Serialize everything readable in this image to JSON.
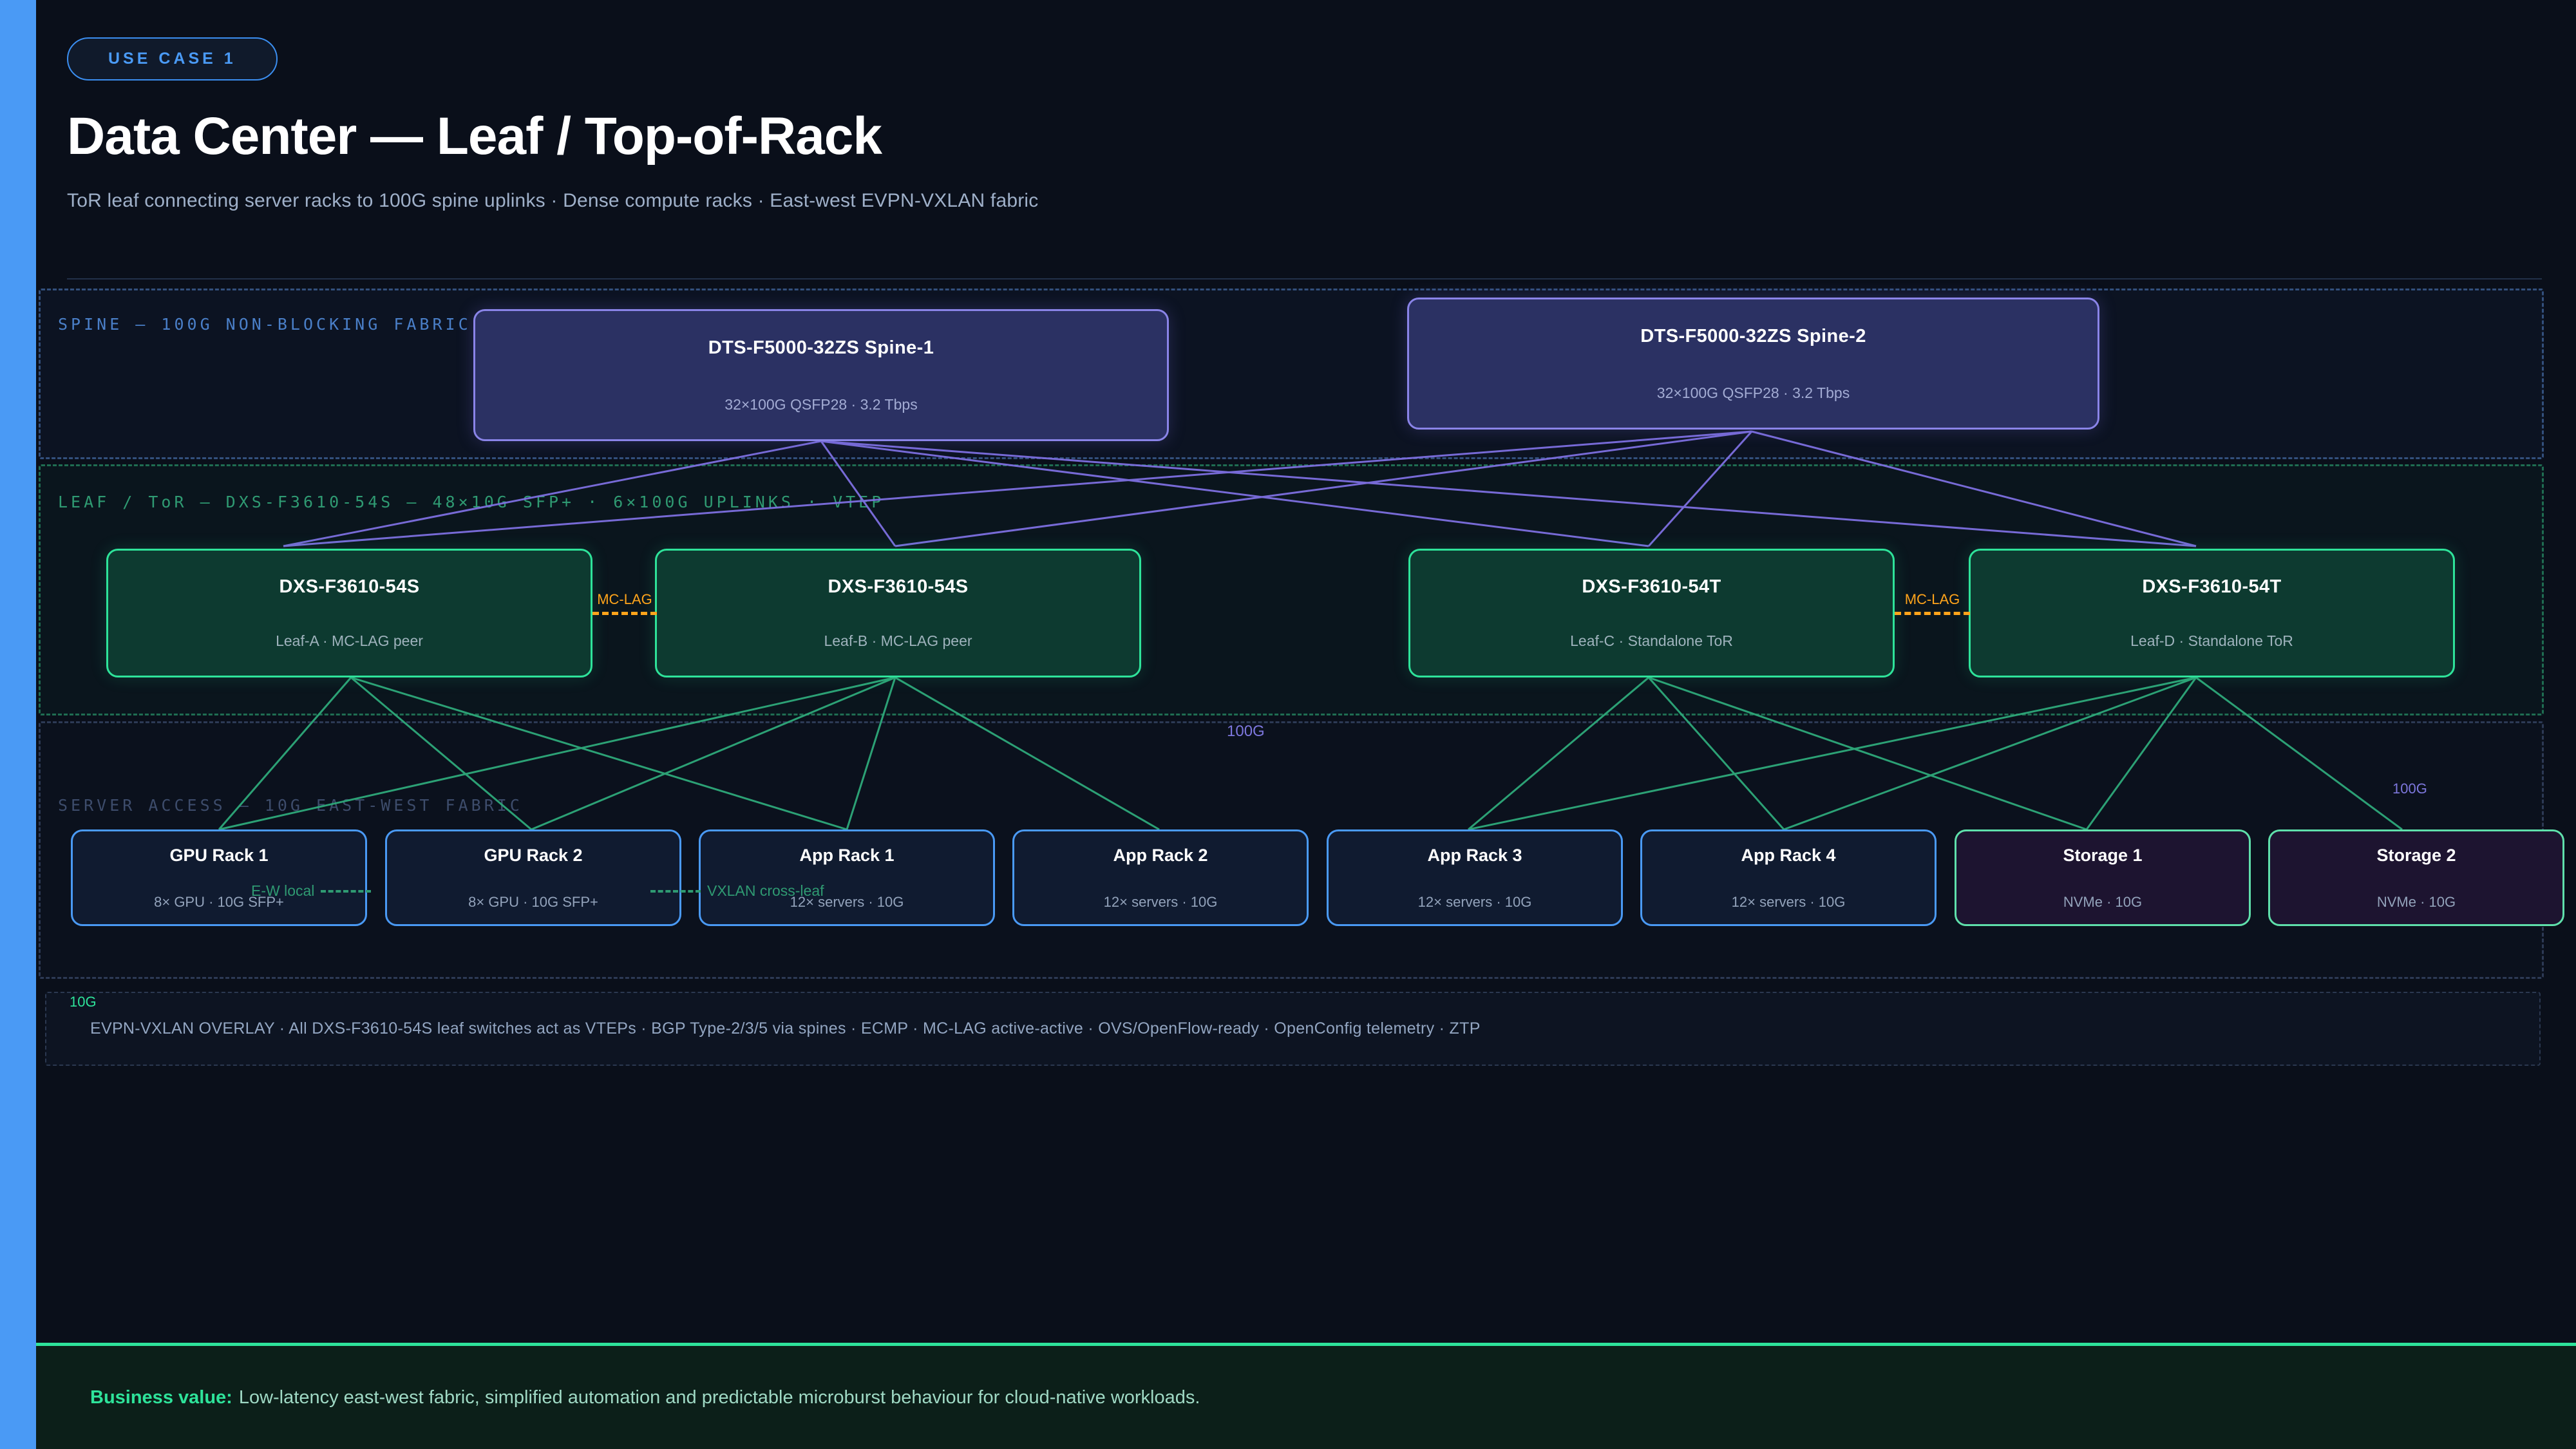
{
  "header": {
    "badge": "USE CASE 1",
    "title": "Data Center — Leaf / Top-of-Rack",
    "subtitle": "ToR leaf connecting server racks to 100G spine uplinks · Dense compute racks · East-west EVPN-VXLAN fabric"
  },
  "layers": {
    "spine_label": "SPINE — 100G NON-BLOCKING FABRIC",
    "leaf_label": "LEAF / ToR — DXS-F3610-54S — 48×10G SFP+ · 6×100G UPLINKS · VTEP",
    "access_label": "SERVER ACCESS — 10G EAST-WEST FABRIC"
  },
  "spine_nodes": [
    {
      "title": "DTS-F5000-32ZS  Spine-1",
      "sub": "32×100G QSFP28 · 3.2 Tbps"
    },
    {
      "title": "DTS-F5000-32ZS  Spine-2",
      "sub": "32×100G QSFP28 · 3.2 Tbps"
    }
  ],
  "leaf_nodes": [
    {
      "title": "DXS-F3610-54S",
      "sub": "Leaf-A · MC-LAG peer"
    },
    {
      "title": "DXS-F3610-54S",
      "sub": "Leaf-B · MC-LAG peer"
    },
    {
      "title": "DXS-F3610-54T",
      "sub": "Leaf-C · Standalone ToR"
    },
    {
      "title": "DXS-F3610-54T",
      "sub": "Leaf-D · Standalone ToR"
    }
  ],
  "access_nodes": [
    {
      "title": "GPU Rack 1",
      "sub": "8× GPU · 10G SFP+",
      "kind": "rack"
    },
    {
      "title": "GPU Rack 2",
      "sub": "8× GPU · 10G SFP+",
      "kind": "rack"
    },
    {
      "title": "App Rack 1",
      "sub": "12× servers · 10G",
      "kind": "rack"
    },
    {
      "title": "App Rack 2",
      "sub": "12× servers · 10G",
      "kind": "rack"
    },
    {
      "title": "App Rack 3",
      "sub": "12× servers · 10G",
      "kind": "rack"
    },
    {
      "title": "App Rack 4",
      "sub": "12× servers · 10G",
      "kind": "rack"
    },
    {
      "title": "Storage 1",
      "sub": "NVMe · 10G",
      "kind": "storage"
    },
    {
      "title": "Storage 2",
      "sub": "NVMe · 10G",
      "kind": "storage"
    }
  ],
  "edge_labels": {
    "spine_uplink_mid": "100G",
    "spine_uplink_right": "100G",
    "access_downlink": "10G",
    "mclag_left": "MC-LAG",
    "mclag_right": "MC-LAG",
    "ew_local": "E-W local",
    "vxlan_cross_leaf": "VXLAN cross-leaf"
  },
  "note": "EVPN-VXLAN OVERLAY  ·  All DXS-F3610-54S leaf switches act as VTEPs  ·  BGP Type-2/3/5 via spines  ·  ECMP  ·  MC-LAG active-active  ·  OVS/OpenFlow-ready  ·  OpenConfig telemetry  ·  ZTP",
  "footer": {
    "label": "Business value:",
    "text": "Low-latency east-west fabric, simplified automation and predictable microburst behaviour for cloud-native workloads."
  },
  "colors": {
    "accent_blue": "#4a9af5",
    "spine_purple": "#8a84e8",
    "leaf_green": "#2ee39a",
    "mclag_orange": "#ffa41b",
    "background": "#0a0f1a"
  }
}
